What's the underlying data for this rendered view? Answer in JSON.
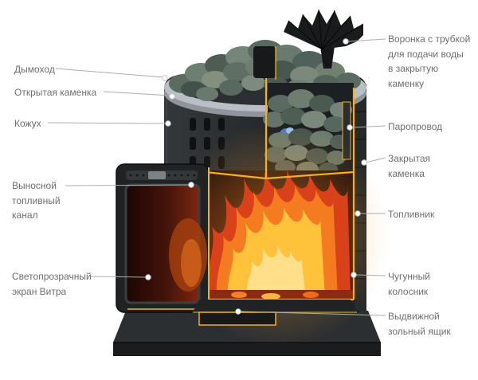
{
  "diagram": {
    "subject": "Схема банной печи в разрезе",
    "labels_left": [
      {
        "text": "Дымоход"
      },
      {
        "text": "Открытая каменка"
      },
      {
        "text": "Кожух"
      },
      {
        "text": "Выносной топливный канал"
      },
      {
        "text": "Светопрозрачный экран Витра"
      }
    ],
    "labels_right": [
      {
        "text": "Воронка с трубкой для подачи воды в закрытую каменку"
      },
      {
        "text": "Паропровод"
      },
      {
        "text": "Закрытая каменка"
      },
      {
        "text": "Топливник"
      },
      {
        "text": "Чугунный колосник"
      },
      {
        "text": "Выдвижной зольный ящик"
      }
    ],
    "colors": {
      "label_text": "#6d6e71",
      "leader_line": "#aaacae",
      "cut_edge_yellow": "#f3b11d",
      "flame_orange": "#f47b20",
      "stone_green": "#65746a",
      "body_dark": "#26292b",
      "glass_red": "#7e2610",
      "rim_steel": "#b9bfc4"
    }
  }
}
